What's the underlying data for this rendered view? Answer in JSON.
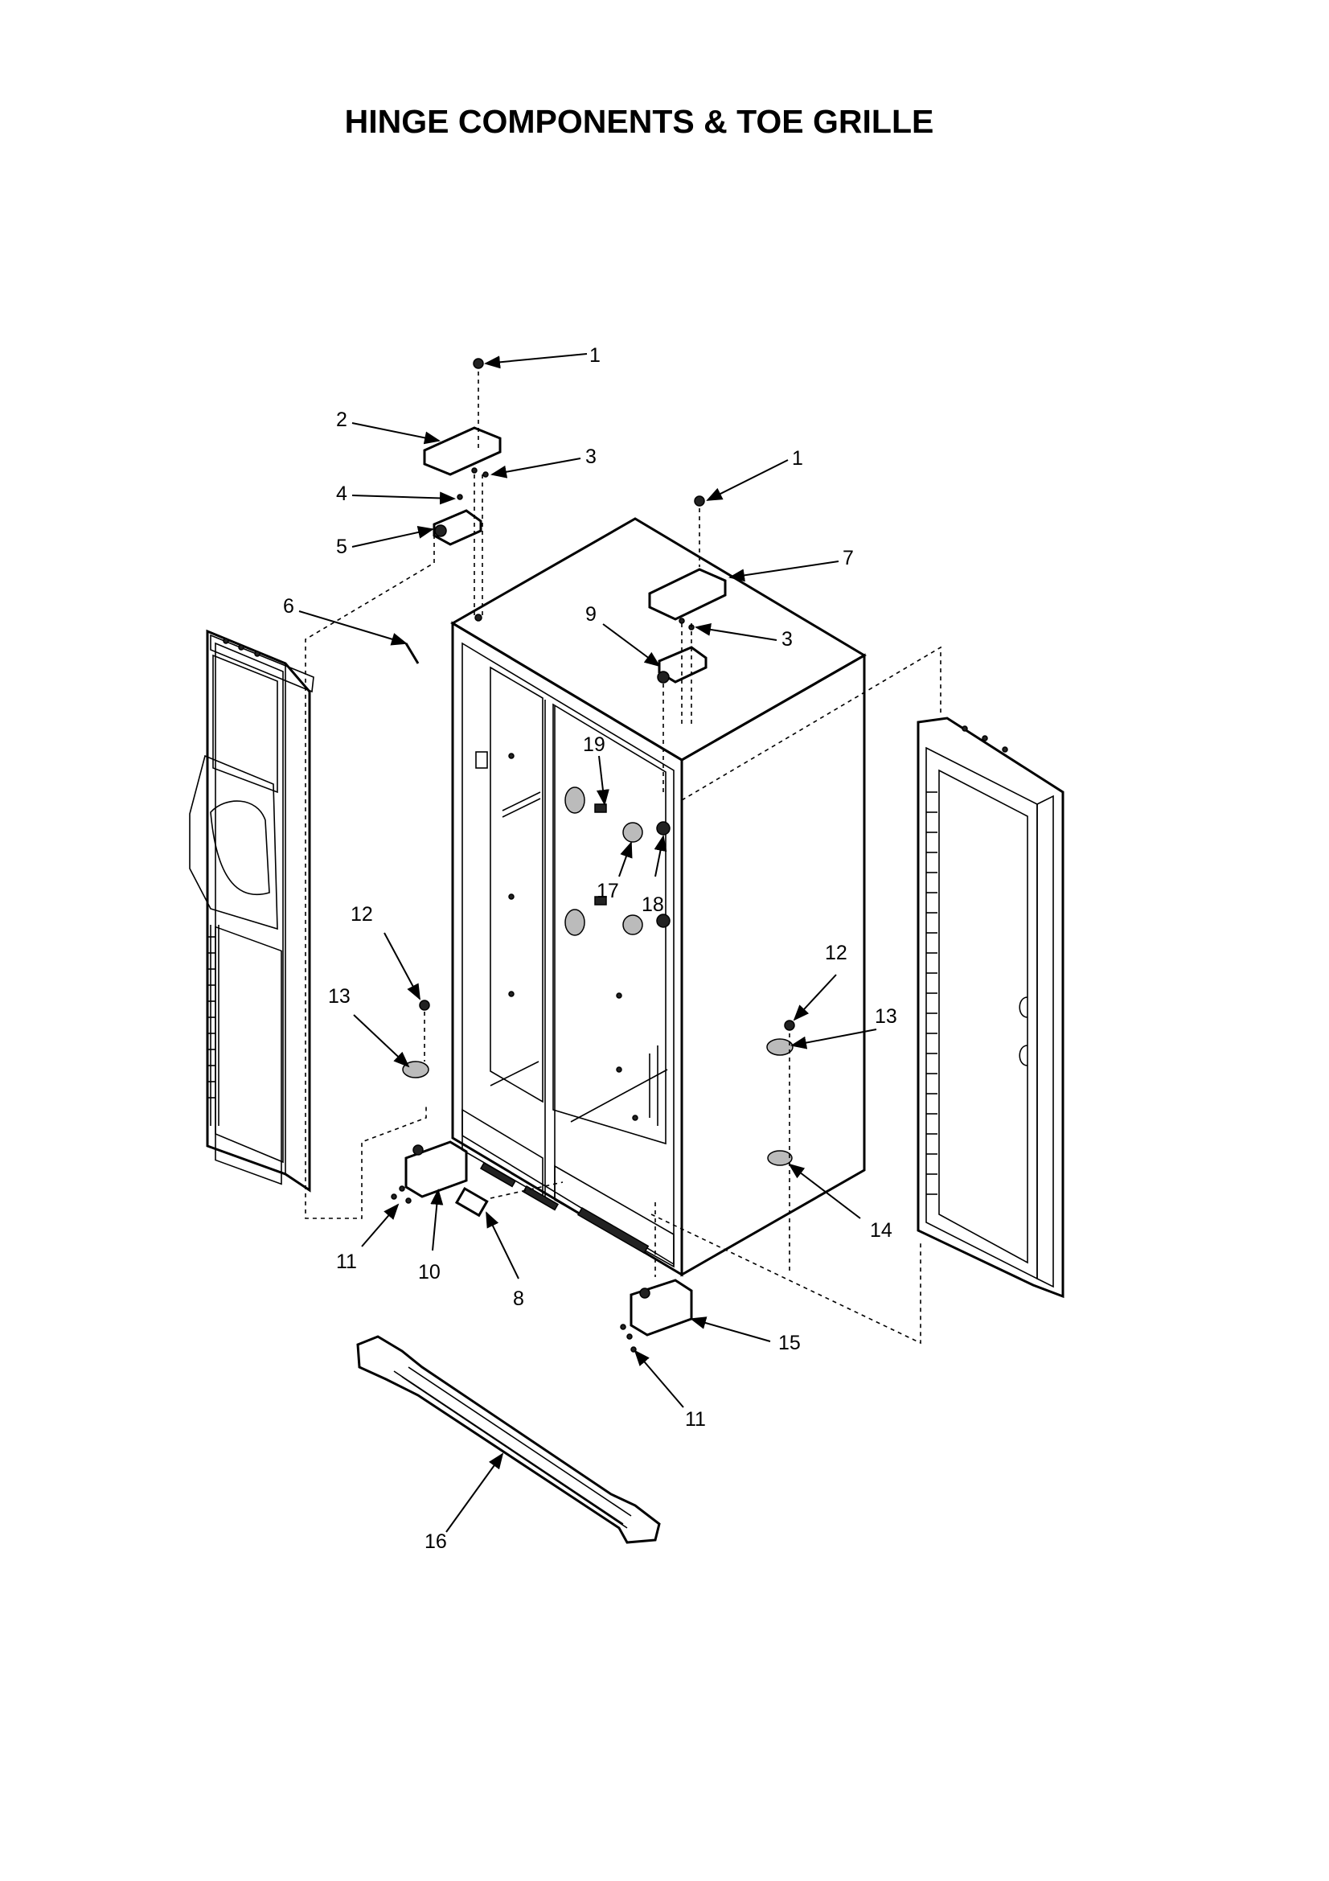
{
  "title": "HINGE COMPONENTS & TOE GRILLE",
  "callouts": [
    "1",
    "2",
    "3",
    "1",
    "4",
    "5",
    "7",
    "6",
    "9",
    "3",
    "19",
    "17",
    "18",
    "12",
    "12",
    "13",
    "13",
    "14",
    "11",
    "10",
    "8",
    "15",
    "11",
    "16"
  ]
}
